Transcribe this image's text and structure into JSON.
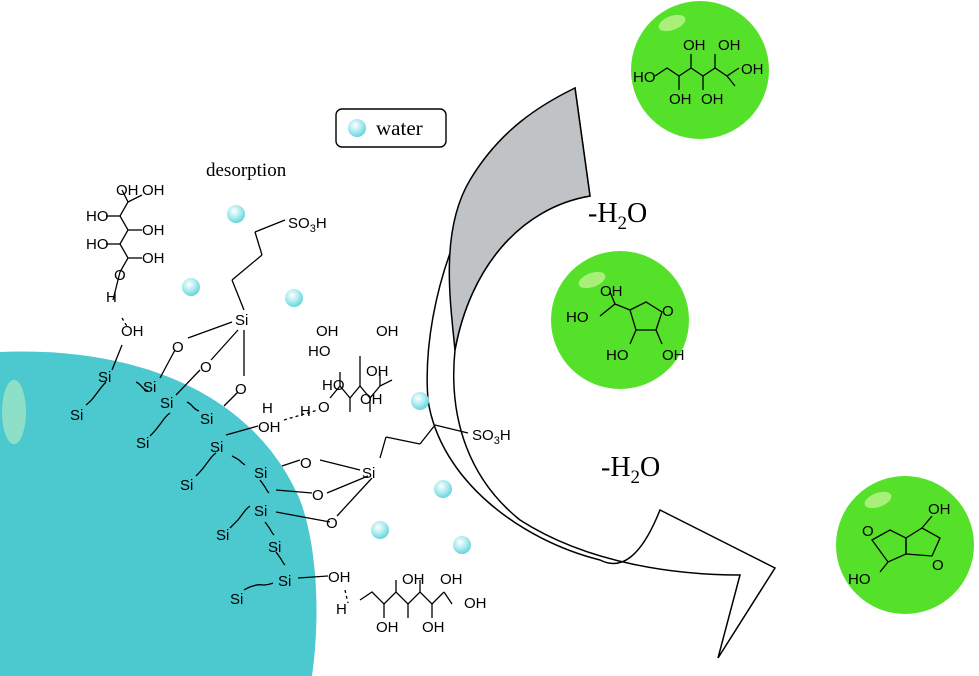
{
  "legend": {
    "label": "water"
  },
  "labels": {
    "desorption": "desorption",
    "dehydration_1": "-H2O",
    "dehydration_2": "-H2O",
    "sulfonic_1": "SO3H",
    "sulfonic_2": "SO3H"
  },
  "atoms": {
    "si": "Si",
    "o": "O",
    "oh": "OH",
    "ho": "HO",
    "h": "H"
  },
  "colors": {
    "silica_particle": "#4cc9cf",
    "silica_highlight": "#8edfc8",
    "product_sphere": "#55e02a",
    "product_highlight": "#a8f07a",
    "water_bead": "#8fe0e6",
    "arrow_fill": "#bfc3c5",
    "arrow_stroke": "#000000"
  },
  "products": [
    "sorbitol-sphere",
    "sorbitan-sphere",
    "isosorbide-sphere"
  ]
}
